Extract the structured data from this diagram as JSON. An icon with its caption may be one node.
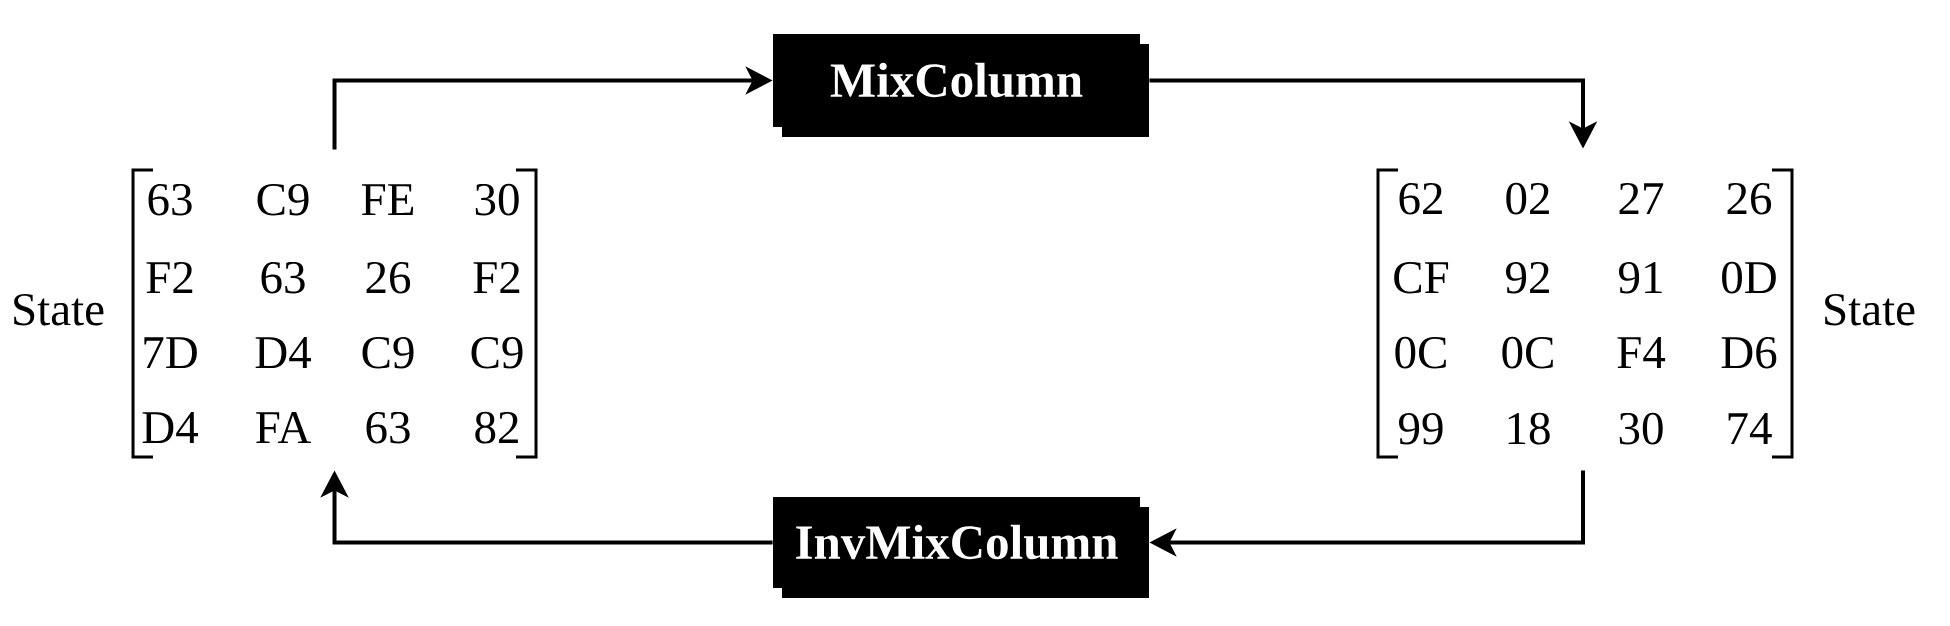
{
  "diagram": {
    "nodes": [
      {
        "text": [
          "63",
          "C9",
          "FE",
          "30",
          "F2",
          "63",
          "26",
          "F2",
          "7D",
          "D4",
          "C9",
          "C9",
          "D4",
          "FA",
          "63",
          "82"
        ],
        "beside": [
          "State"
        ]
      },
      {
        "text": [
          "MixColumn"
        ]
      },
      {
        "text": [
          "62",
          "02",
          "27",
          "26",
          "CF",
          "92",
          "91",
          "0D",
          "0C",
          "0C",
          "F4",
          "D6",
          "99",
          "18",
          "30",
          "74"
        ],
        "beside": [
          "State"
        ]
      },
      {
        "text": [
          "InvMixColumn"
        ]
      }
    ],
    "edges": [
      {
        "from": 0,
        "to": 1,
        "arrow": "to"
      },
      {
        "from": 1,
        "to": 2,
        "arrow": "to"
      },
      {
        "from": 2,
        "to": 3,
        "arrow": "to"
      },
      {
        "from": 3,
        "to": 0,
        "arrow": "to"
      }
    ]
  }
}
